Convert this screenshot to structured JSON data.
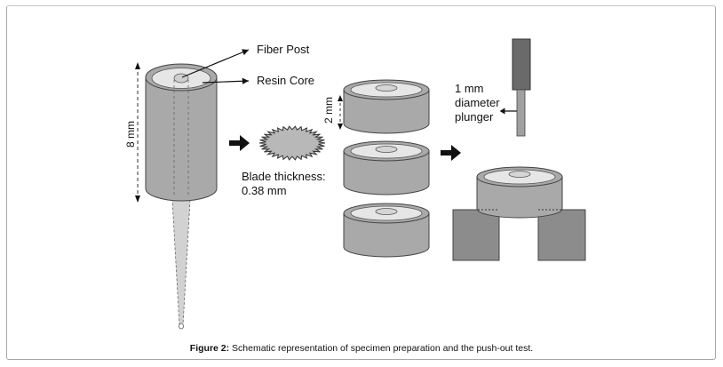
{
  "figure": {
    "caption_label": "Figure 2:",
    "caption_text": " Schematic representation of specimen preparation and the push-out test.",
    "labels": {
      "fiber_post": "Fiber Post",
      "resin_core": "Resin Core",
      "length": "8 mm",
      "slice_thickness": "2 mm",
      "blade_line1": "Blade thickness:",
      "blade_line2": "0.38 mm",
      "plunger_line1": "1 mm",
      "plunger_line2": "diameter",
      "plunger_line3": "plunger"
    },
    "colors": {
      "cylinder_body": "#a9a9a9",
      "cylinder_top": "#e6e6e6",
      "plunger_dark": "#6a6a6a",
      "support_blocks": "#8c8c8c",
      "outline": "#444444"
    }
  }
}
